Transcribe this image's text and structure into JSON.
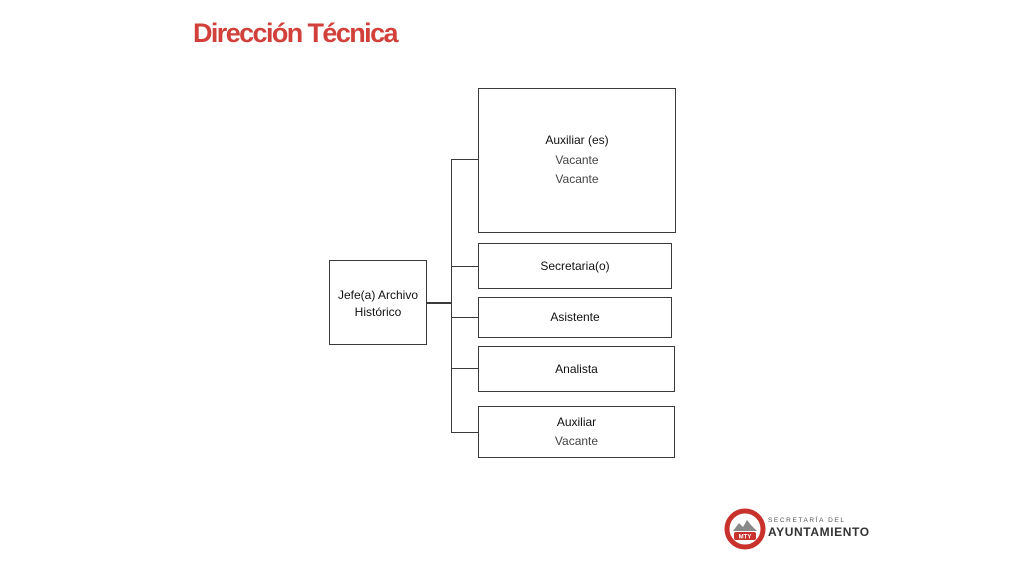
{
  "title": "Dirección Técnica",
  "root": {
    "line1": "Jefe(a) Archivo",
    "line2": "Histórico"
  },
  "children": [
    {
      "title": "Auxiliar (es)",
      "sub1": "Vacante",
      "sub2": "Vacante"
    },
    {
      "title": "Secretaria(o)"
    },
    {
      "title": "Asistente"
    },
    {
      "title": "Analista"
    },
    {
      "title": "Auxiliar",
      "sub1": "Vacante"
    }
  ],
  "logo": {
    "small": "SECRETARÍA DEL",
    "big": "AYUNTAMIENTO",
    "badge": "MTY"
  },
  "colors": {
    "title": "#d1403a",
    "logo_accent": "#c9312c",
    "line": "#3a3a3a"
  }
}
